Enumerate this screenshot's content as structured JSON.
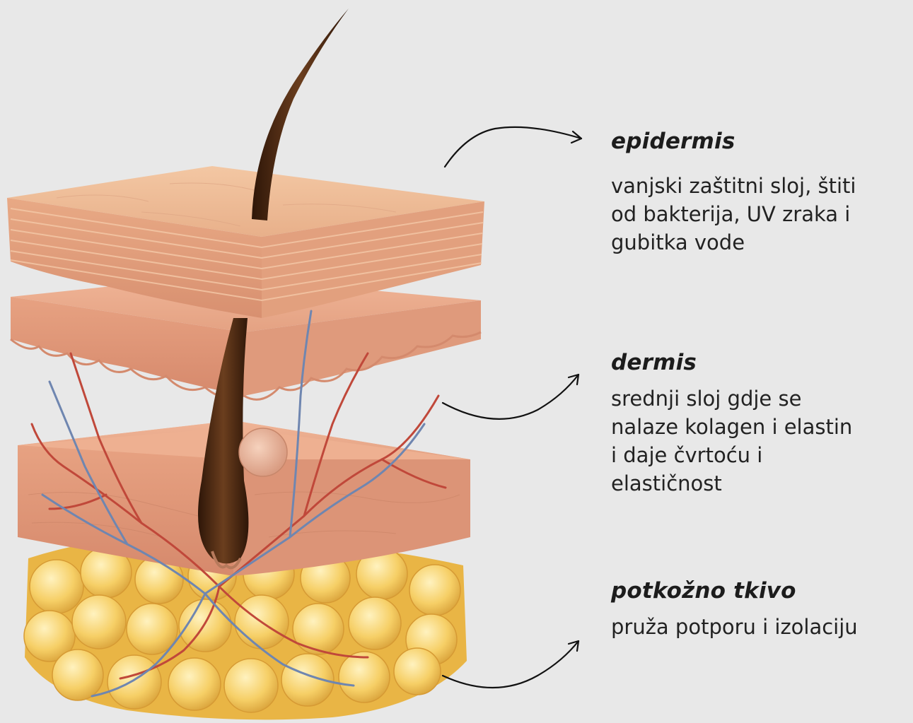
{
  "layers": [
    {
      "id": "epidermis",
      "title": "epidermis",
      "description": "vanjski zaštitni sloj, štiti\nod bakterija, UV zraka i\ngubitka vode"
    },
    {
      "id": "dermis",
      "title": "dermis",
      "description": "srednji sloj gdje se\nnalaze kolagen i elastin\ni daje čvrtoću i\nelastičnost"
    },
    {
      "id": "hypodermis",
      "title": "potkožno tkivo",
      "description": "pruža potporu i izolaciju"
    }
  ],
  "colors": {
    "background": "#e8e8e8",
    "text": "#1c1c1c",
    "epidermis": "#e9b48e",
    "dermis": "#e2a184",
    "fat": "#f2c65a",
    "hair": "#4a2a14",
    "artery": "#c0483a",
    "vein": "#6f86b0"
  }
}
